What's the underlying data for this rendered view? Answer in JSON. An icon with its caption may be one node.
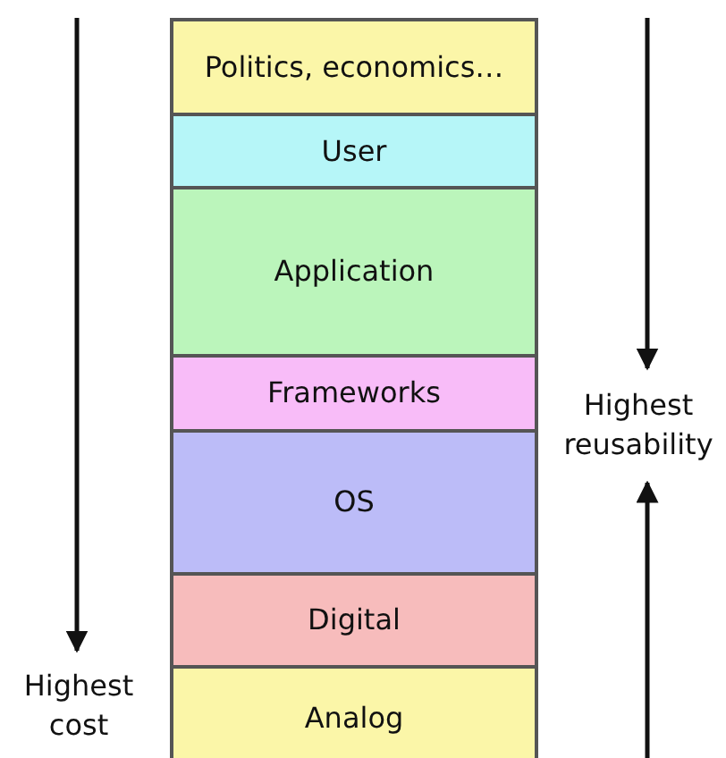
{
  "diagram": {
    "nodes": [
      {
        "text": [
          "Politics, economics…"
        ]
      },
      {
        "text": [
          "User"
        ]
      },
      {
        "text": [
          "Application"
        ]
      },
      {
        "text": [
          "Frameworks"
        ]
      },
      {
        "text": [
          "OS"
        ]
      },
      {
        "text": [
          "Digital"
        ]
      },
      {
        "text": [
          "Analog"
        ]
      },
      {
        "text": [
          "Highest cost"
        ]
      },
      {
        "text": [
          "Highest reusability"
        ]
      }
    ],
    "edges": [
      {
        "from": null,
        "to": 7,
        "arrow": "to"
      },
      {
        "from": null,
        "to": 8,
        "arrow": "to"
      },
      {
        "from": null,
        "to": 8,
        "arrow": "to"
      }
    ]
  }
}
